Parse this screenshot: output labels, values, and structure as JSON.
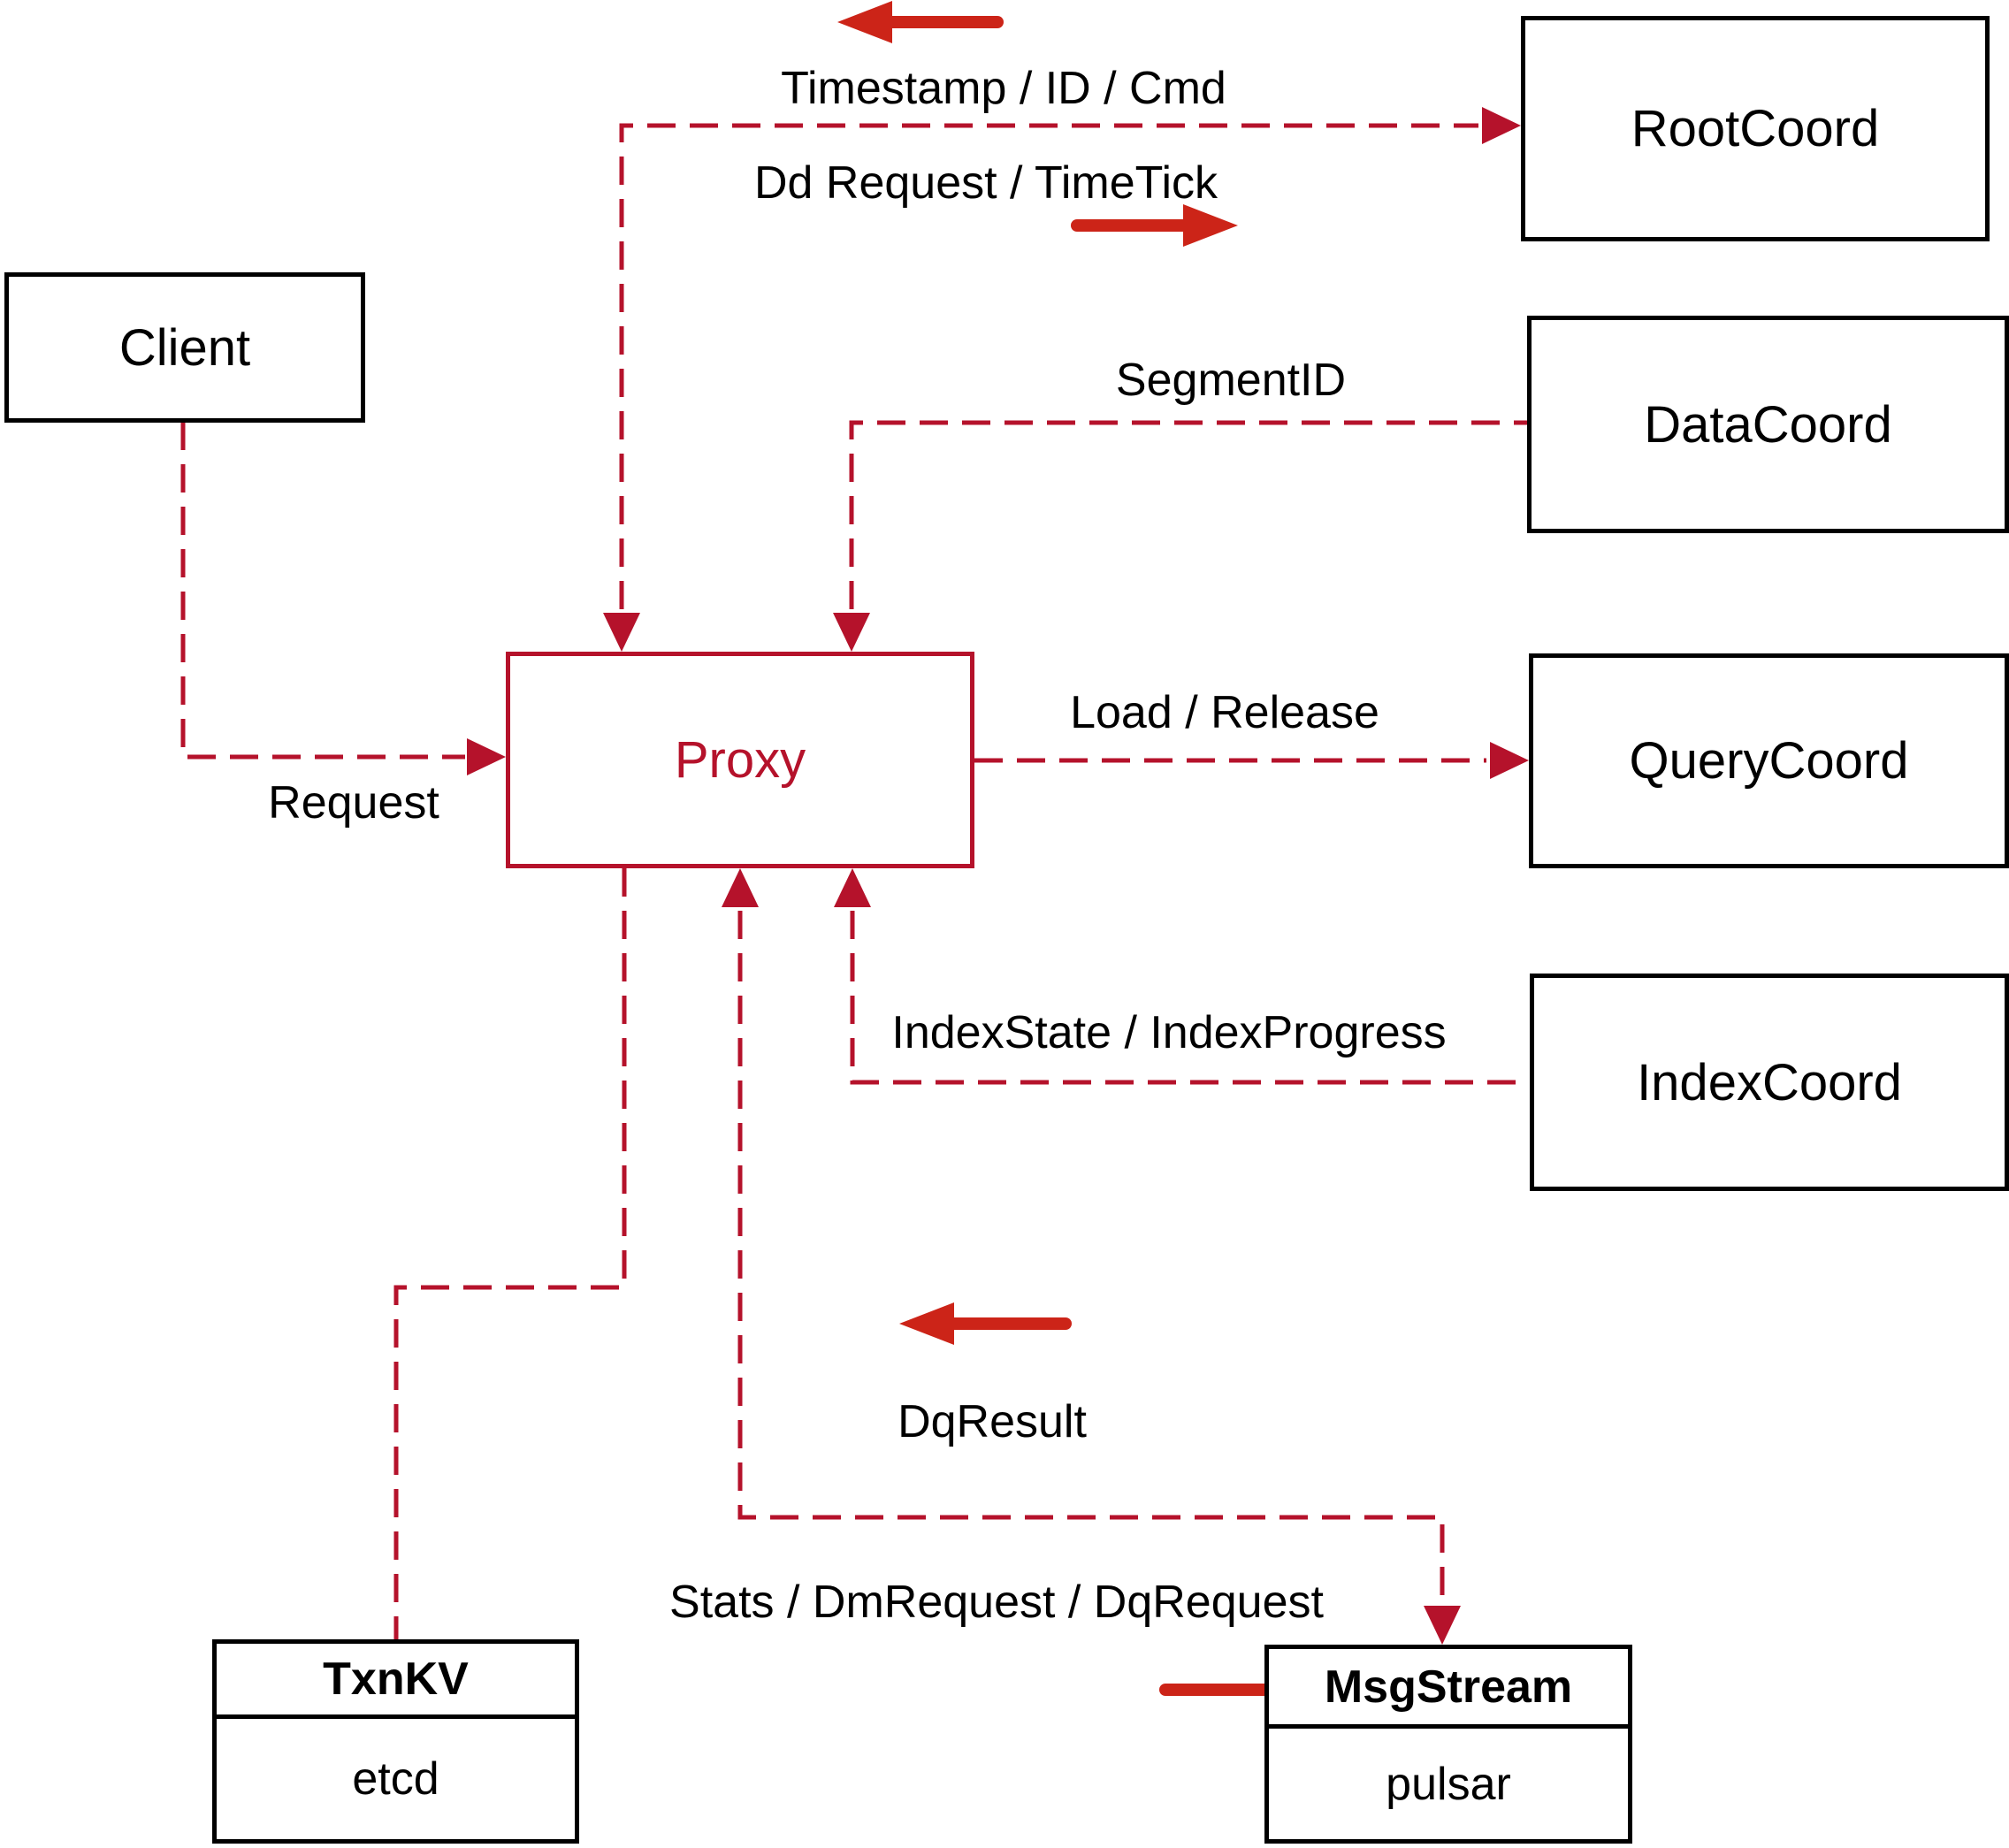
{
  "diagram": {
    "title_hint": "Milvus proxy interaction diagram",
    "nodes": {
      "client": {
        "label": "Client"
      },
      "root_coord": {
        "label": "RootCoord"
      },
      "data_coord": {
        "label": "DataCoord"
      },
      "query_coord": {
        "label": "QueryCoord"
      },
      "index_coord": {
        "label": "IndexCoord"
      },
      "proxy": {
        "label": "Proxy"
      },
      "txn_kv": {
        "title": "TxnKV",
        "body": "etcd"
      },
      "msg_stream": {
        "title": "MsgStream",
        "body": "pulsar"
      }
    },
    "edge_labels": {
      "timestamp_id_cmd": "Timestamp / ID / Cmd",
      "dd_request_timetick": "Dd Request / TimeTick",
      "segment_id": "SegmentID",
      "load_release": "Load / Release",
      "index_state_progress": "IndexState / IndexProgress",
      "request": "Request",
      "dq_result": "DqResult",
      "stats_dm_dq": "Stats / DmRequest / DqRequest"
    },
    "colors": {
      "line_red": "#b5122b",
      "arrow_red": "#cc2418",
      "box_border": "#000000",
      "background": "#ffffff",
      "text": "#000000"
    }
  }
}
